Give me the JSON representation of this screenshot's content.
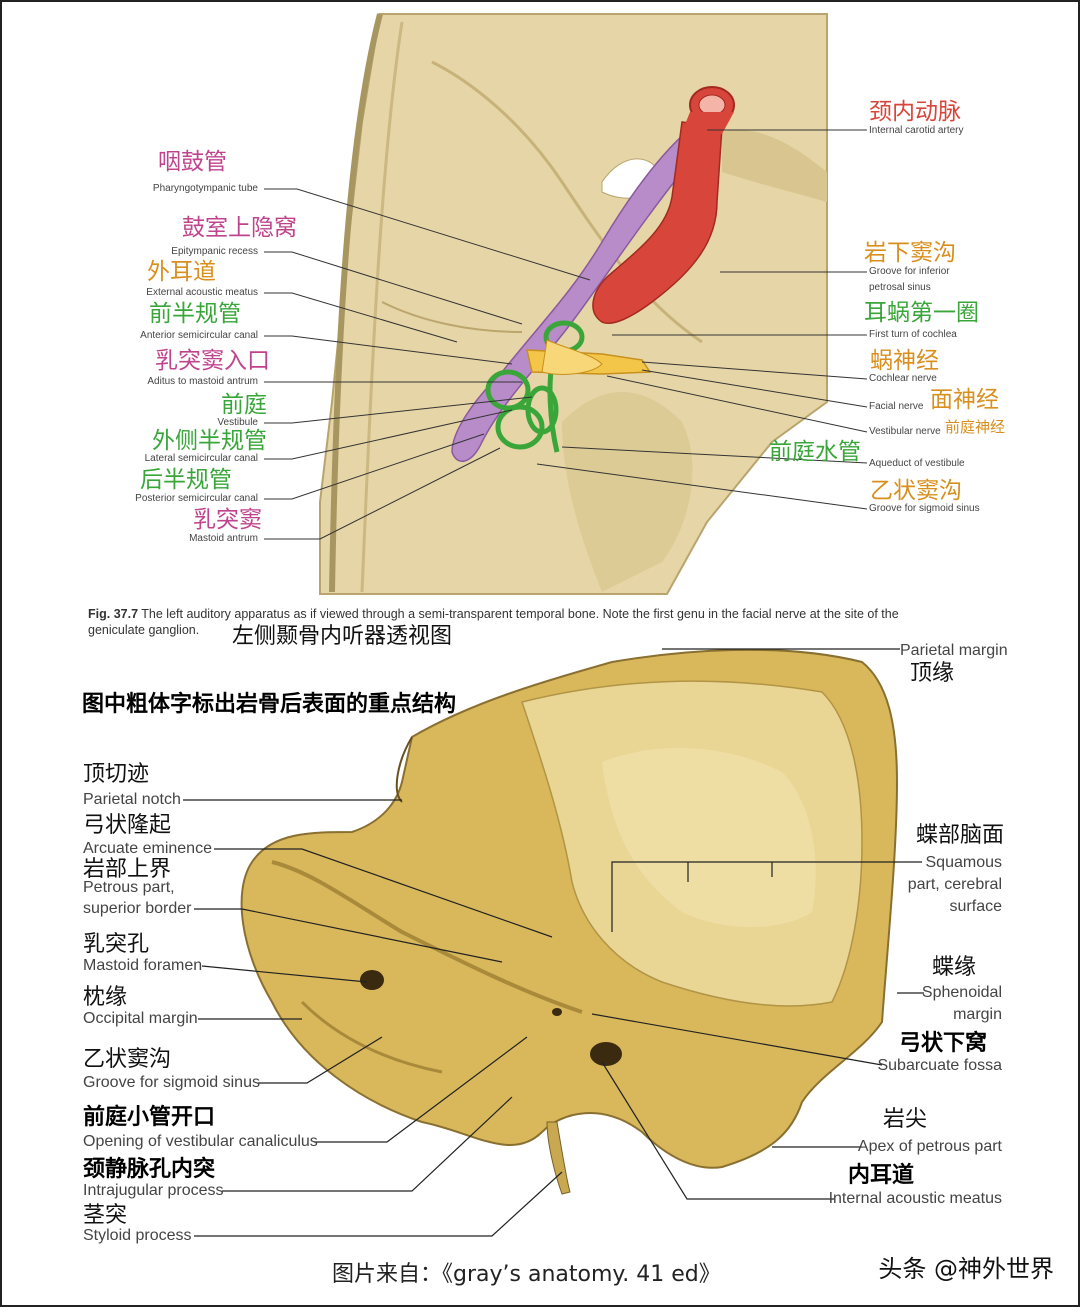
{
  "colors": {
    "pink": "#c0448d",
    "orange": "#d88f1e",
    "green": "#3aa63a",
    "red": "#d8453a",
    "bone": "#e2cf9a",
    "bone2": "#d8bb55"
  },
  "top": {
    "labels": {
      "pharyngotympanic": {
        "cn": "咽鼓管",
        "en": "Pharyngotympanic tube"
      },
      "epitympanic": {
        "cn": "鼓室上隐窝",
        "en": "Epitympanic recess"
      },
      "external_meatus": {
        "cn": "外耳道",
        "en": "External acoustic meatus"
      },
      "anterior_canal": {
        "cn": "前半规管",
        "en": "Anterior semicircular canal"
      },
      "aditus": {
        "cn": "乳突窦入口",
        "en": "Aditus to mastoid antrum"
      },
      "vestibule": {
        "cn": "前庭",
        "en": "Vestibule"
      },
      "lateral_canal": {
        "cn": "外侧半规管",
        "en": "Lateral semicircular canal"
      },
      "posterior_canal": {
        "cn": "后半规管",
        "en": "Posterior semicircular canal"
      },
      "mastoid_antrum": {
        "cn": "乳突窦",
        "en": "Mastoid antrum"
      },
      "internal_carotid": {
        "cn": "颈内动脉",
        "en": "Internal carotid artery"
      },
      "inferior_petrosal": {
        "cn": "岩下窦沟",
        "en1": "Groove for inferior",
        "en2": "petrosal sinus"
      },
      "cochlea_turn": {
        "cn": "耳蜗第一圈",
        "en": "First turn of cochlea"
      },
      "cochlear_nerve": {
        "cn": "蜗神经",
        "en": "Cochlear nerve"
      },
      "facial_nerve": {
        "cn": "面神经",
        "en": "Facial nerve"
      },
      "vestibular_nerve": {
        "cn": "前庭神经",
        "en": "Vestibular nerve"
      },
      "aqueduct": {
        "cn": "前庭水管",
        "en": "Aqueduct of vestibule"
      },
      "sigmoid_top": {
        "cn": "乙状窦沟",
        "en": "Groove for sigmoid sinus"
      }
    },
    "caption_fig": "Fig. 37.7",
    "caption_text": " The left auditory apparatus as if viewed through a semi-transparent temporal bone. Note the first genu in the facial nerve at the site of the",
    "caption_text2": "geniculate ganglion.",
    "caption_cn": "左侧颞骨内听器透视图"
  },
  "bottom": {
    "heading": "图中粗体字标出岩骨后表面的重点结构",
    "labels": {
      "parietal_margin": {
        "cn": "顶缘",
        "en": "Parietal margin"
      },
      "parietal_notch": {
        "cn": "顶切迹",
        "en": "Parietal notch"
      },
      "arcuate": {
        "cn": "弓状隆起",
        "en": "Arcuate eminence"
      },
      "petrous_sup": {
        "cn": "岩部上界",
        "en1": "Petrous part,",
        "en2": "superior border"
      },
      "mastoid_foramen": {
        "cn": "乳突孔",
        "en": "Mastoid foramen"
      },
      "occipital_margin": {
        "cn": "枕缘",
        "en": "Occipital margin"
      },
      "sigmoid": {
        "cn": "乙状窦沟",
        "en": "Groove for sigmoid sinus"
      },
      "vestibular_canaliculus": {
        "cn": "前庭小管开口",
        "en": "Opening of vestibular canaliculus"
      },
      "intrajugular": {
        "cn": "颈静脉孔内突",
        "en": "Intrajugular process"
      },
      "styloid": {
        "cn": "茎突",
        "en": "Styloid process"
      },
      "squamous": {
        "cn": "蝶部脑面",
        "en1": "Squamous",
        "en2": "part, cerebral",
        "en3": "surface"
      },
      "sphenoidal": {
        "cn": "蝶缘",
        "en1": "Sphenoidal",
        "en2": "margin"
      },
      "subarcuate": {
        "cn": "弓状下窝",
        "en": "Subarcuate fossa"
      },
      "apex": {
        "cn": "岩尖",
        "en": "Apex of petrous part"
      },
      "internal_meatus": {
        "cn": "内耳道",
        "en": "Internal acoustic meatus"
      }
    },
    "source": "图片来自：《gray’s anatomy. 41 ed》",
    "watermark": "头条 @神外世界"
  }
}
